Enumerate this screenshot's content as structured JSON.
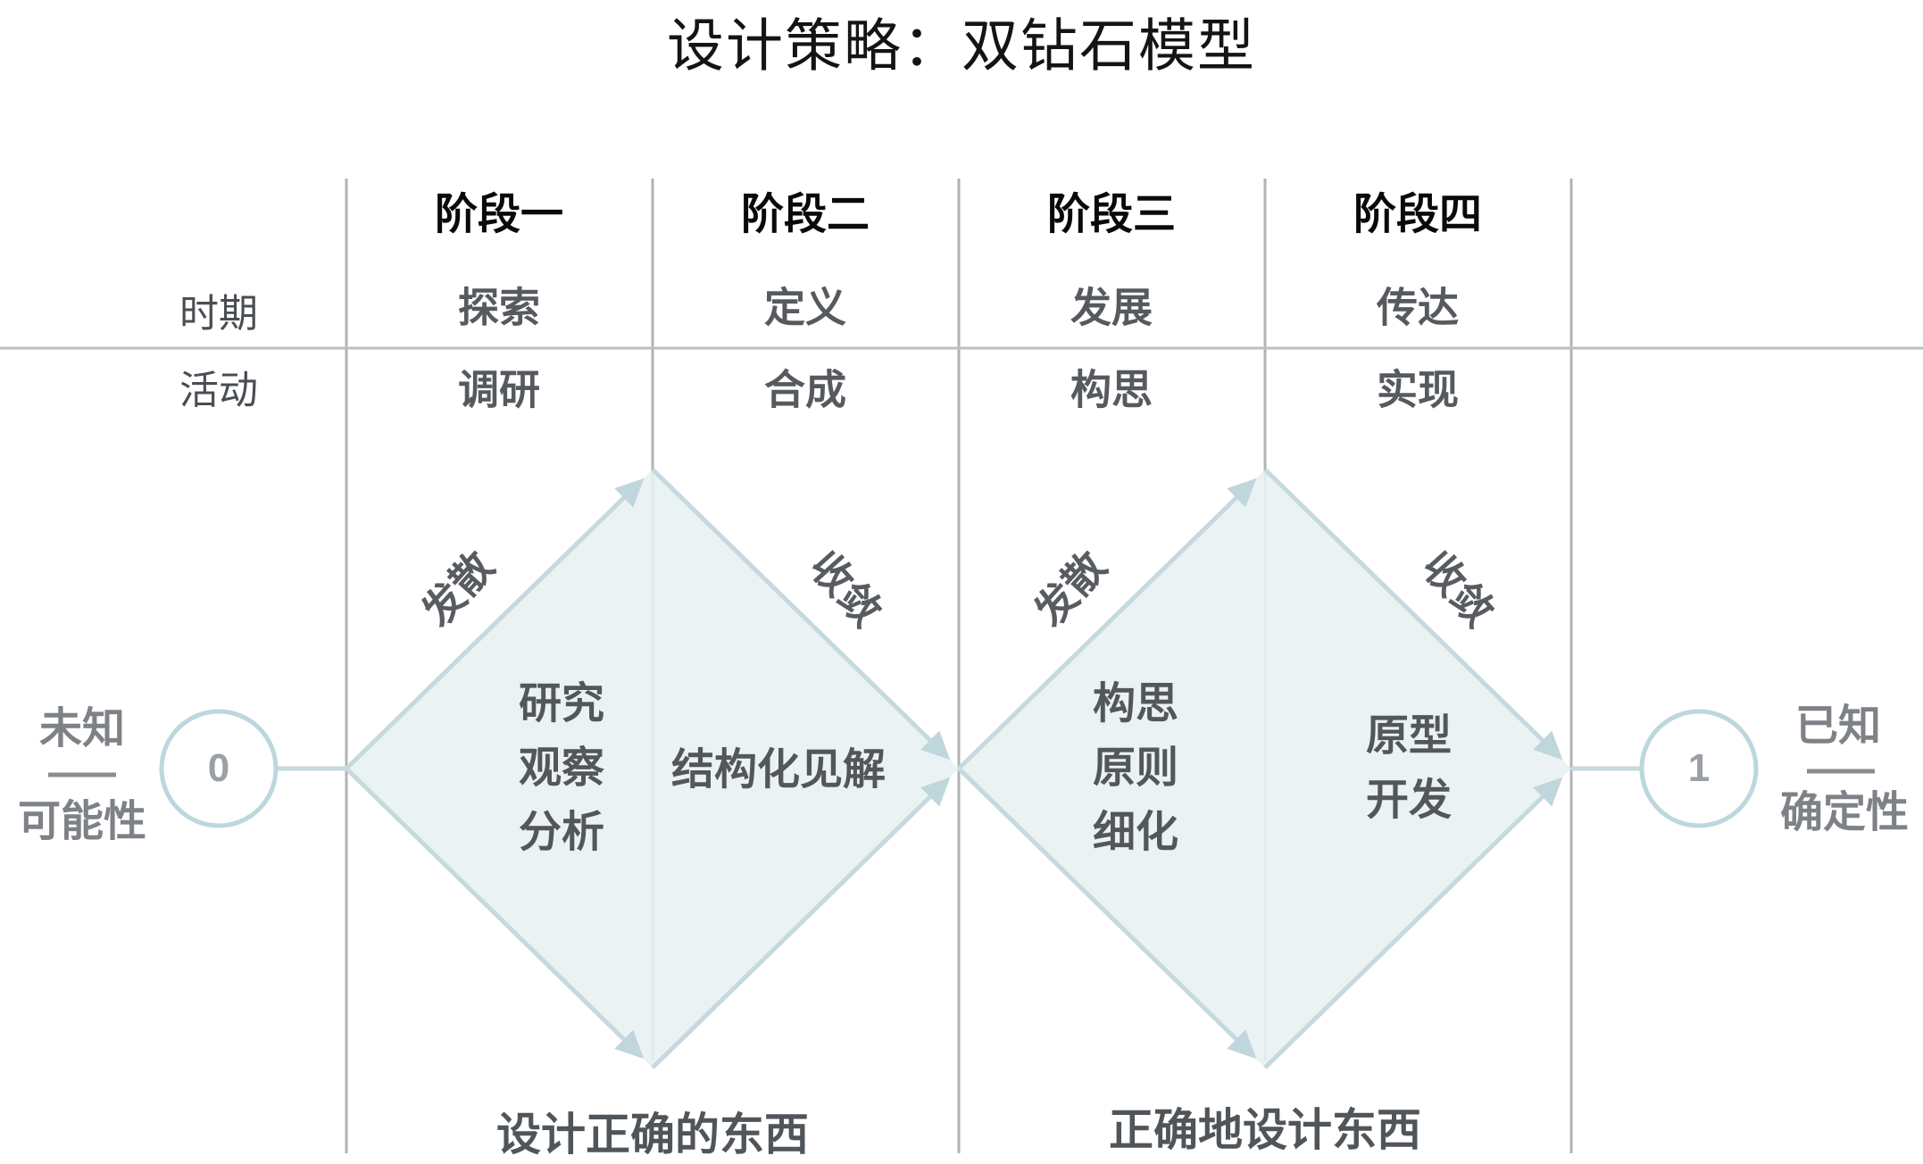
{
  "title": "设计策略：双钻石模型",
  "table": {
    "row_labels": {
      "period": "时期",
      "activity": "活动"
    },
    "phases": [
      {
        "stage": "阶段一",
        "period": "探索",
        "activity": "调研"
      },
      {
        "stage": "阶段二",
        "period": "定义",
        "activity": "合成"
      },
      {
        "stage": "阶段三",
        "period": "发展",
        "activity": "构思"
      },
      {
        "stage": "阶段四",
        "period": "传达",
        "activity": "实现"
      }
    ]
  },
  "diamonds": [
    {
      "diverge_label": "发散",
      "converge_label": "收敛",
      "left_text": "研究\n观察\n分析",
      "right_text": "结构化见解",
      "bottom_caption": "设计正确的东西"
    },
    {
      "diverge_label": "发散",
      "converge_label": "收敛",
      "left_text": "构思\n原则\n细化",
      "right_text": "原型\n开发",
      "bottom_caption": "正确地设计东西"
    }
  ],
  "endpoints": {
    "left": {
      "top": "未知",
      "bottom": "可能性",
      "node": "0"
    },
    "right": {
      "top": "已知",
      "bottom": "确定性",
      "node": "1"
    }
  },
  "colors": {
    "diamond_fill": "#e9f1f2",
    "diamond_stroke": "#c5d9de",
    "arrow": "#bfd6dc",
    "grid_line": "#b1b3b4",
    "divider_line": "#bdbfc0",
    "circle_stroke": "#bcd7de",
    "dark_text": "#53575c",
    "light_text": "#7e8287",
    "header_text": "#0a0a0a"
  }
}
